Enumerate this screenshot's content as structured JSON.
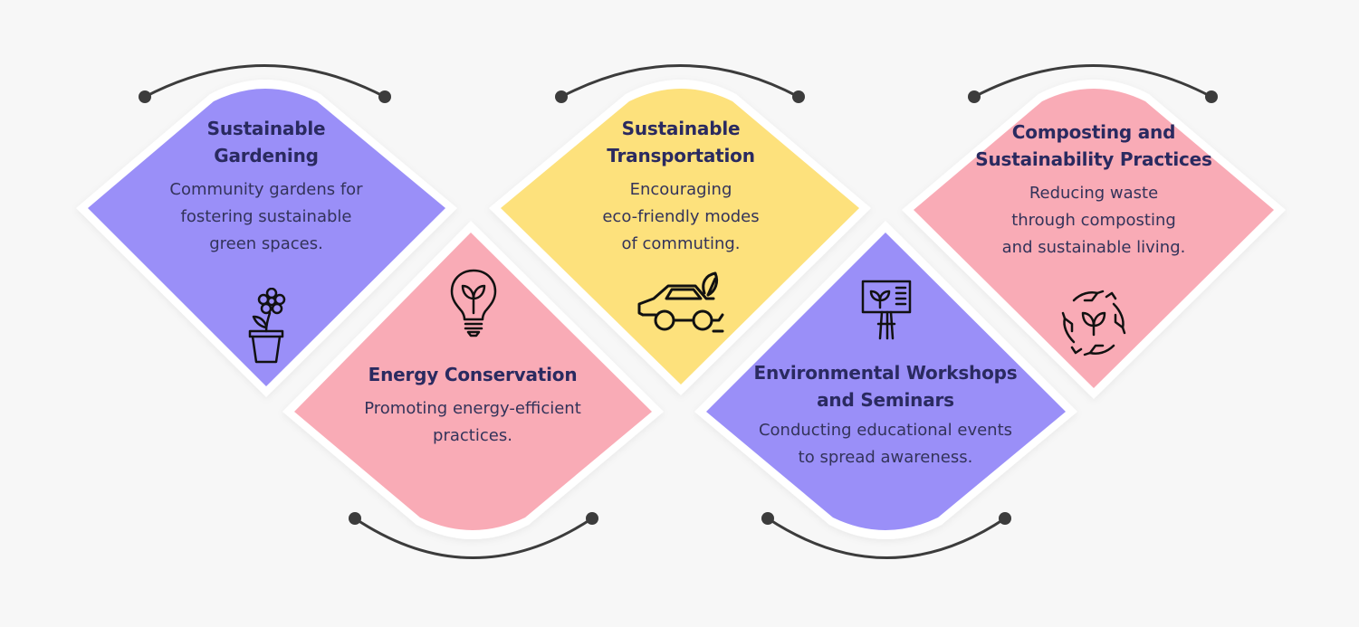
{
  "colors": {
    "purple": "#9a8ff8",
    "pink": "#f9abb6",
    "yellow": "#fde17c",
    "connector": "#3c3c3c",
    "title": "#2a2a60",
    "text": "#33335a"
  },
  "cards": [
    {
      "title_lines": [
        "Sustainable",
        "Gardening"
      ],
      "desc_lines": [
        "Community gardens for",
        "fostering sustainable",
        "green spaces."
      ],
      "color": "purple",
      "icon": "flower-pot-icon"
    },
    {
      "title_lines": [
        "Energy Conservation"
      ],
      "desc_lines": [
        "Promoting energy-efficient",
        "practices."
      ],
      "color": "pink",
      "icon": "eco-lightbulb-icon"
    },
    {
      "title_lines": [
        "Sustainable",
        "Transportation"
      ],
      "desc_lines": [
        "Encouraging",
        "eco-friendly modes",
        "of commuting."
      ],
      "color": "yellow",
      "icon": "eco-car-icon"
    },
    {
      "title_lines": [
        "Environmental Workshops",
        "and Seminars"
      ],
      "desc_lines": [
        "Conducting educational events",
        "to spread awareness."
      ],
      "color": "purple",
      "icon": "presentation-board-icon"
    },
    {
      "title_lines": [
        "Composting and",
        "Sustainability Practices"
      ],
      "desc_lines": [
        "Reducing waste",
        "through composting",
        "and sustainable living."
      ],
      "color": "pink",
      "icon": "hands-plant-cycle-icon"
    }
  ]
}
